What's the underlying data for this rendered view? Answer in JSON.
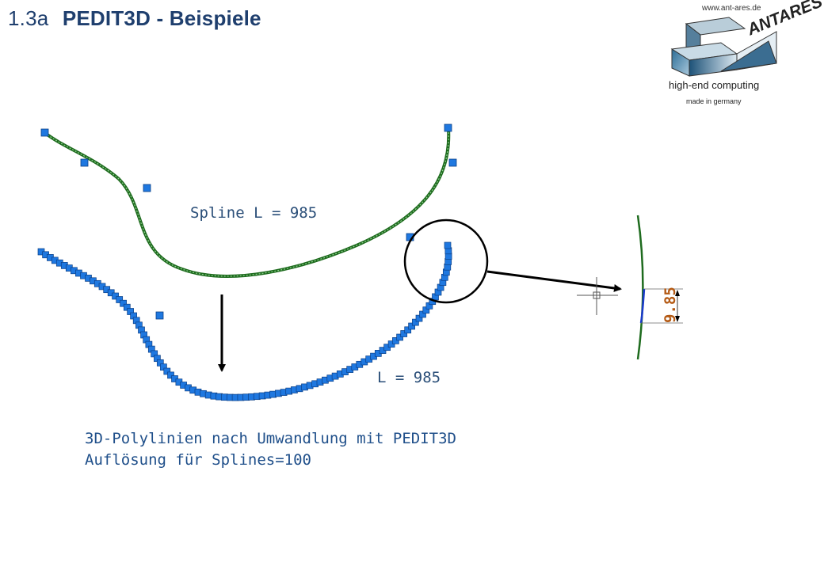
{
  "slide": {
    "number": "1.3a",
    "title": "PEDIT3D - Beispiele"
  },
  "logo": {
    "url": "www.ant-ares.de",
    "brand": "ANTARES",
    "tagline": "high-end computing",
    "subline": "made in germany"
  },
  "labels": {
    "spline_length": "Spline L = 985",
    "polyline_length": "L = 985",
    "dimension_value": "9.85"
  },
  "description": {
    "line1": "3D-Polylinien nach Umwandlung mit PEDIT3D",
    "line2": "Auflösung für Splines=100"
  },
  "colors": {
    "title": "#1f3f6e",
    "spline": "#1e6b1e",
    "vertex": "#1f78e0",
    "label": "#2a4e78",
    "dimension": "#b45a14"
  }
}
